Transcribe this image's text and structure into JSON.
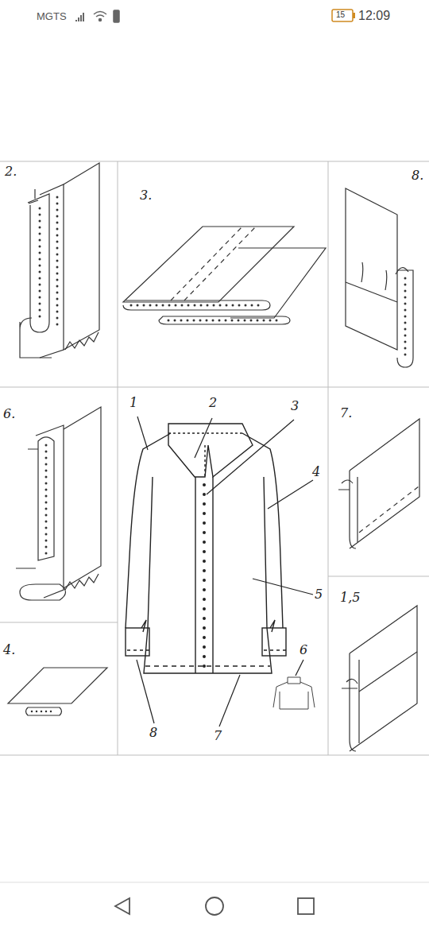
{
  "diagram": {
    "labels": [
      "MGTS",
      "15",
      "12:09",
      "2.",
      "3.",
      "8.",
      "6.",
      "1",
      "2",
      "3",
      "7.",
      "4",
      "5",
      "1,5",
      "4.",
      "6",
      "8",
      "7"
    ]
  }
}
